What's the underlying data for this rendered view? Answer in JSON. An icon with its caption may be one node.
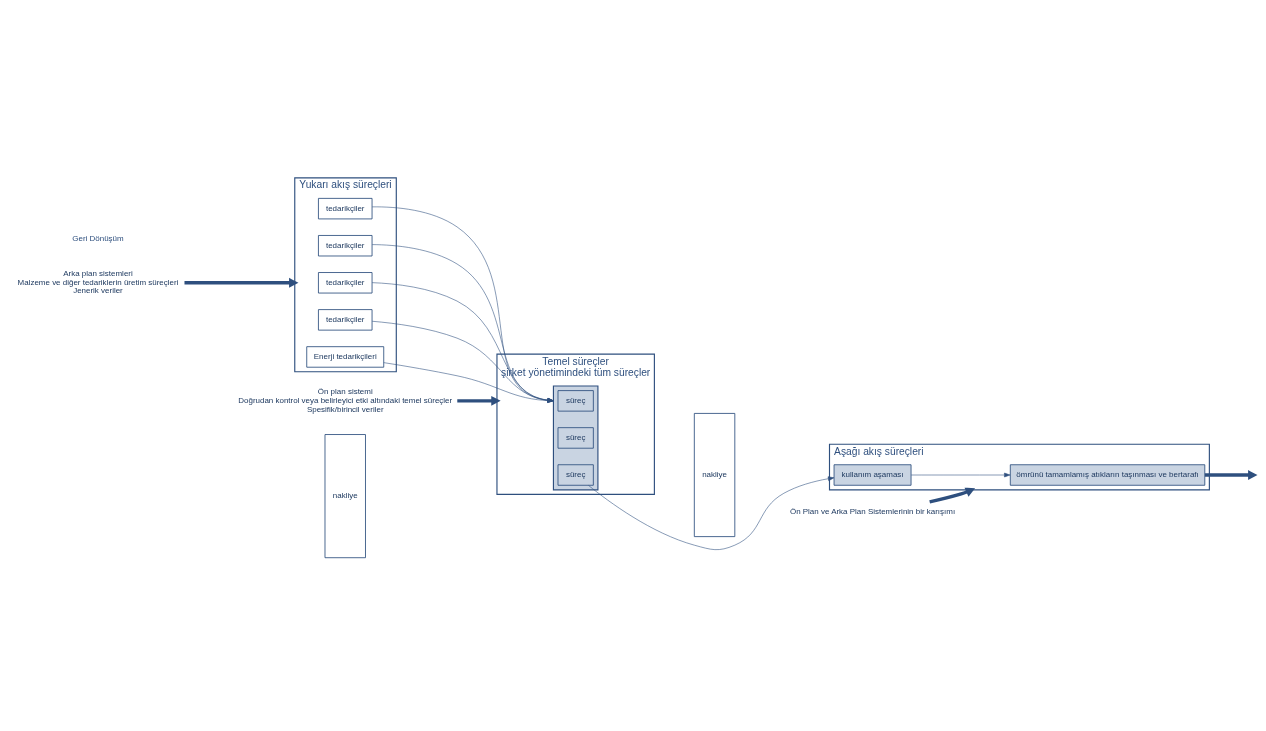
{
  "diagram": {
    "nodes": [
      {
        "text": [
          "Arka plan sistemleri",
          "Malzeme ve diğer tedariklerin üretim süreçleri",
          "Jenerik veriler"
        ]
      },
      {
        "text": [
          "Ön plan sistemi",
          "Doğrudan kontrol veya belirleyici etki altındaki temel süreçler",
          "Spesifik/birincil veriler"
        ]
      },
      {
        "text": [
          "Ön Plan ve Arka Plan Sistemlerinin bir karışımı"
        ]
      },
      {
        "text": [
          "Yukarı akış süreçleri"
        ]
      },
      {
        "text": [
          "tedarikçiler"
        ],
        "in": 3
      },
      {
        "text": [
          "tedarikçiler"
        ],
        "in": 3
      },
      {
        "text": [
          "tedarikçiler"
        ],
        "in": 3
      },
      {
        "text": [
          "tedarikçiler"
        ],
        "in": 3
      },
      {
        "text": [
          "Enerji tedarikçileri"
        ],
        "in": 3
      },
      {
        "text": [
          "nakliye"
        ]
      },
      {
        "text": [
          "Temel süreçler",
          "şirket yönetimindeki tüm süreçler"
        ]
      },
      {
        "text": [],
        "shape": "box",
        "in": 10
      },
      {
        "text": [
          "süreç"
        ],
        "in": 11
      },
      {
        "text": [
          "süreç"
        ],
        "in": 11
      },
      {
        "text": [
          "süreç"
        ],
        "in": 11
      },
      {
        "text": [
          "nakliye"
        ]
      },
      {
        "text": [
          "Aşağı akış süreçleri"
        ]
      },
      {
        "text": [
          "kullanım aşaması"
        ],
        "in": 16
      },
      {
        "text": [
          "ömrünü tamamlamış atıkların taşınması ve bertarafı"
        ],
        "in": 16
      }
    ],
    "edges": [
      {
        "from": 0,
        "to": 3,
        "arrow": "to",
        "style": "thick"
      },
      {
        "from": 1,
        "to": 10,
        "arrow": "to",
        "style": "thick"
      },
      {
        "from": 2,
        "to": 16,
        "arrow": "to",
        "style": "thick"
      },
      {
        "from": 4,
        "to": 11,
        "arrow": "to"
      },
      {
        "from": 5,
        "to": 11,
        "arrow": "to"
      },
      {
        "from": 6,
        "to": 11,
        "arrow": "to"
      },
      {
        "from": 7,
        "to": 11,
        "arrow": "to"
      },
      {
        "from": 8,
        "to": 11,
        "arrow": "to"
      },
      {
        "from": 14,
        "to": 17,
        "arrow": "to"
      },
      {
        "from": 17,
        "to": 18,
        "arrow": "to"
      },
      {
        "from": 18,
        "to": null,
        "arrow": "to",
        "style": "thick"
      }
    ],
    "labels": [
      "Geri Dönüşüm"
    ]
  }
}
